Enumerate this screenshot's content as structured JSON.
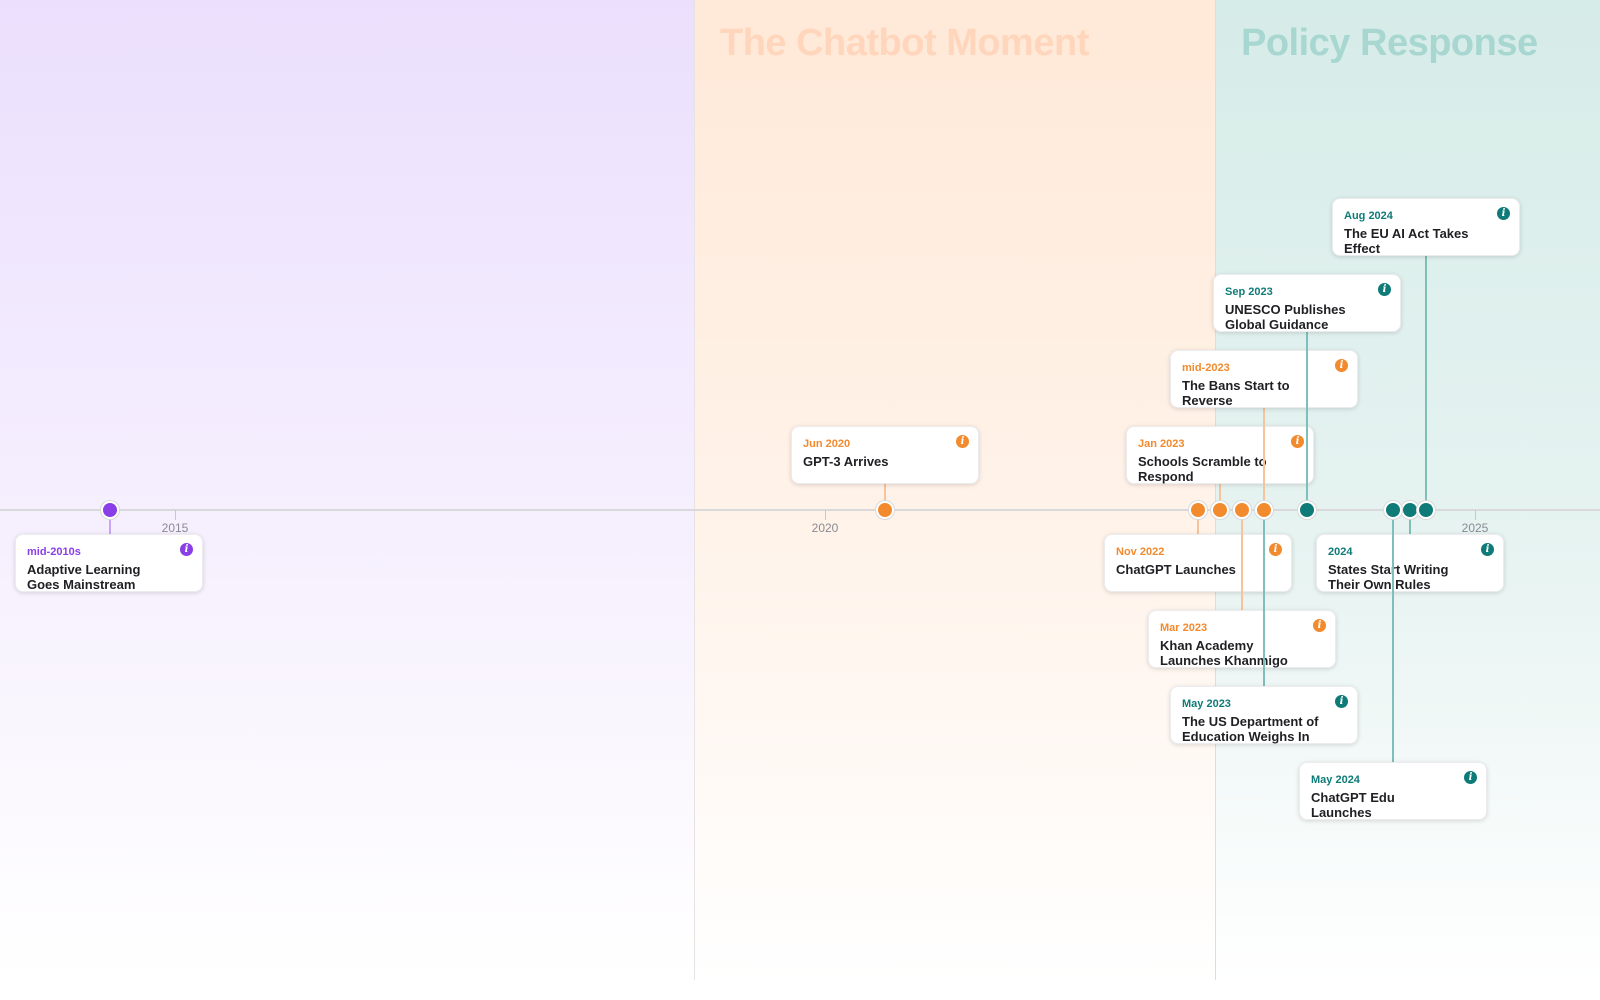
{
  "colors": {
    "purple": "#8a3ee8",
    "orange": "#f28a2e",
    "teal": "#0f7b78",
    "axis": "#d9d9dc"
  },
  "eras": [
    {
      "title": "",
      "color": "purple"
    },
    {
      "title": "The Chatbot Moment",
      "color": "orange"
    },
    {
      "title": "Policy Response",
      "color": "teal"
    }
  ],
  "axis": {
    "ticks": [
      {
        "label": "2015",
        "year": 2015
      },
      {
        "label": "2020",
        "year": 2020
      },
      {
        "label": "2025",
        "year": 2025
      }
    ]
  },
  "events": [
    {
      "date": "mid-2010s",
      "title": "Adaptive Learning Goes Mainstream",
      "year": 2014.5,
      "color": "purple",
      "icon": "info-icon"
    },
    {
      "date": "Jun 2020",
      "title": "GPT-3 Arrives",
      "year": 2020.45,
      "color": "orange",
      "icon": "info-icon"
    },
    {
      "date": "Nov 2022",
      "title": "ChatGPT Launches",
      "year": 2022.88,
      "color": "orange",
      "icon": "info-icon"
    },
    {
      "date": "Jan 2023",
      "title": "Schools Scramble to Respond",
      "year": 2023.05,
      "color": "orange",
      "icon": "info-icon"
    },
    {
      "date": "Mar 2023",
      "title": "Khan Academy Launches Khanmigo",
      "year": 2023.22,
      "color": "orange",
      "icon": "info-icon"
    },
    {
      "date": "mid-2023",
      "title": "The Bans Start to Reverse",
      "year": 2023.38,
      "color": "orange",
      "icon": "info-icon"
    },
    {
      "date": "May 2023",
      "title": "The US Department of Education Weighs In",
      "year": 2023.38,
      "color": "teal",
      "icon": "info-icon"
    },
    {
      "date": "Sep 2023",
      "title": "UNESCO Publishes Global Guidance",
      "year": 2023.72,
      "color": "teal",
      "icon": "info-icon"
    },
    {
      "date": "2024",
      "title": "States Start Writing Their Own Rules",
      "year": 2024.5,
      "color": "teal",
      "icon": "info-icon"
    },
    {
      "date": "May 2024",
      "title": "ChatGPT Edu Launches",
      "year": 2024.38,
      "color": "teal",
      "icon": "info-icon"
    },
    {
      "date": "Aug 2024",
      "title": "The EU AI Act Takes Effect",
      "year": 2024.63,
      "color": "teal",
      "icon": "info-icon"
    }
  ]
}
